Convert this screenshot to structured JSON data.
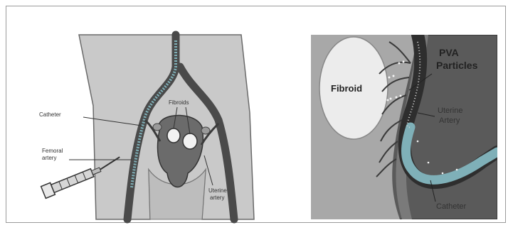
{
  "left_diagram": {
    "labels": {
      "catheter": "Catheter",
      "fibroids": "Fibroids",
      "femoral_line1": "Femoral",
      "femoral_line2": "artery",
      "uterine_line1": "Uterine",
      "uterine_line2": "artery"
    }
  },
  "right_diagram": {
    "labels": {
      "fibroid": "Fibroid",
      "pva_line1": "PVA",
      "pva_line2": "Particles",
      "uterine_line1": "Uterine",
      "uterine_line2": "Artery",
      "catheter": "Catheter"
    }
  },
  "colors": {
    "body_gray": "#c9c9c9",
    "artery_dark": "#4a4a4a",
    "catheter_teal": "#7fb0b8",
    "background_dark": "#5a5a5a"
  }
}
